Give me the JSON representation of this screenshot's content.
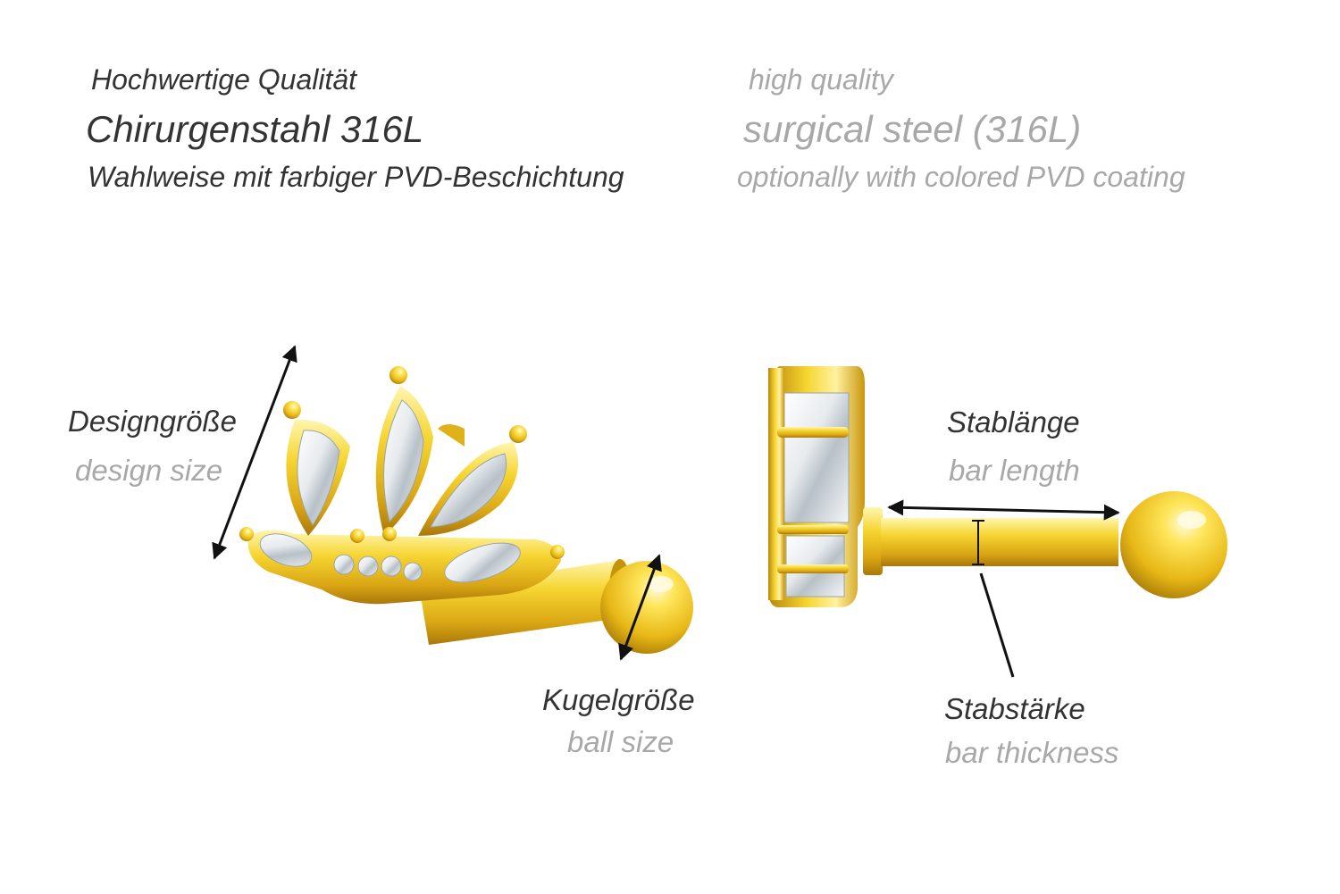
{
  "header": {
    "de_line1": "Hochwertige Qualität",
    "de_line2": "Chirurgenstahl 316L",
    "de_line3": "Wahlweise mit farbiger PVD-Beschichtung",
    "en_line1": "high quality",
    "en_line2": "surgical steel (316L)",
    "en_line3": "optionally with colored PVD coating"
  },
  "labels": {
    "design_de": "Designgröße",
    "design_en": "design size",
    "ball_de": "Kugelgröße",
    "ball_en": "ball size",
    "length_de": "Stablänge",
    "length_en": "bar length",
    "thickness_de": "Stabstärke",
    "thickness_en": "bar thickness"
  },
  "colors": {
    "gold_light": "#fff3a0",
    "gold_mid": "#f2cf2a",
    "gold_dark": "#b8860b",
    "text_de": "#333333",
    "text_en": "#a8a8a8"
  }
}
